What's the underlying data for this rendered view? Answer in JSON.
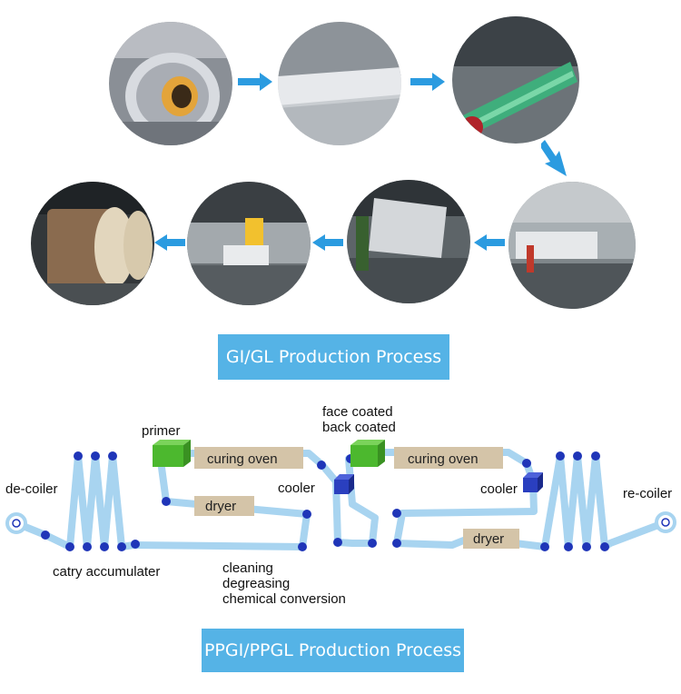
{
  "top_section": {
    "photos": [
      {
        "id": "steel-coil"
      },
      {
        "id": "steel-strip-closeup"
      },
      {
        "id": "coating-roller"
      },
      {
        "id": "production-line-hall"
      },
      {
        "id": "steel-sheet-machine"
      },
      {
        "id": "factory-floor-crane"
      },
      {
        "id": "packed-coils"
      }
    ],
    "title": "GI/GL Production Process"
  },
  "diagram": {
    "title": "PPGI/PPGL Production Process",
    "labels": {
      "de_coiler": "de-coiler",
      "re_coiler": "re-coiler",
      "primer": "primer",
      "face_coated": "face coated",
      "back_coated": "back coated",
      "curing_oven_1": "curing oven",
      "curing_oven_2": "curing oven",
      "dryer_1": "dryer",
      "dryer_2": "dryer",
      "cooler_1": "cooler",
      "cooler_2": "cooler",
      "catry_accumulater": "catry accumulater",
      "cleaning": "cleaning",
      "degreasing": "degreasing",
      "chemical_conversion": "chemical conversion"
    },
    "colors": {
      "strip": "#a8d4f0",
      "roller": "#1f35b8",
      "oven_box": "#d4c4a8",
      "primer_box": "#4cb82e",
      "cooler_box": "#2a3fbf",
      "banner": "#55b3e6"
    }
  }
}
